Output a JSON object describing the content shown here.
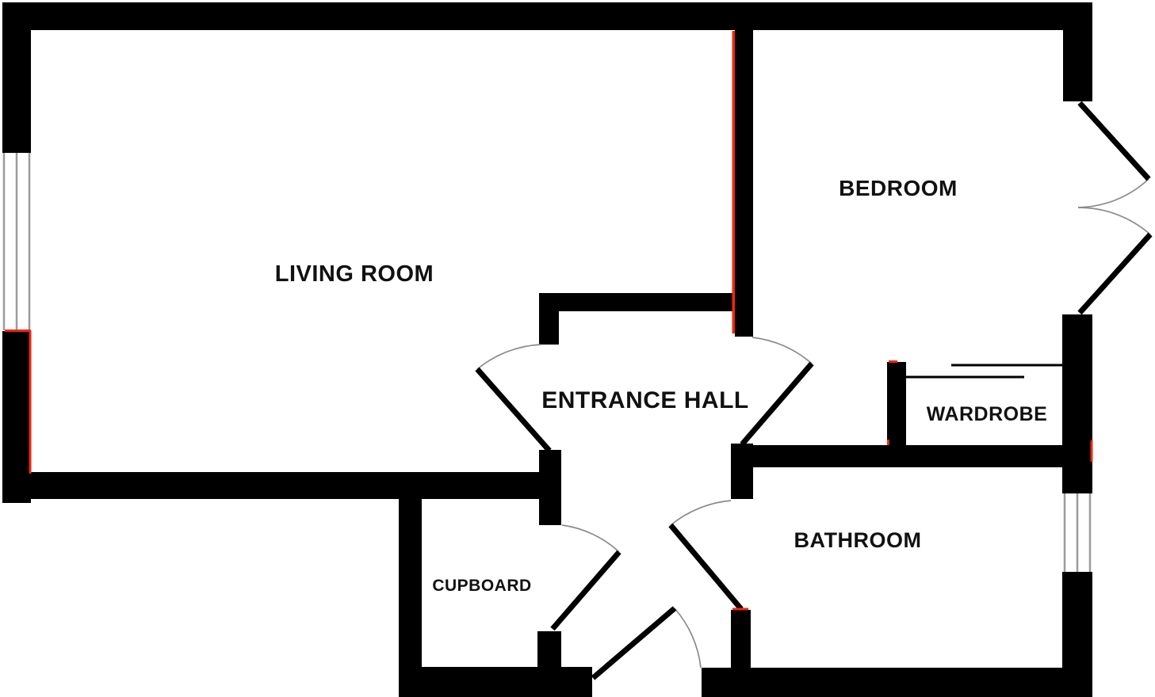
{
  "plan": {
    "type": "floorplan",
    "rooms": {
      "living_room": {
        "label": "LIVING ROOM"
      },
      "bedroom": {
        "label": "BEDROOM"
      },
      "entrance_hall": {
        "label": "ENTRANCE HALL"
      },
      "wardrobe": {
        "label": "WARDROBE"
      },
      "bathroom": {
        "label": "BATHROOM"
      },
      "cupboard": {
        "label": "CUPBOARD"
      }
    },
    "features": {
      "windows": [
        {
          "name": "living-room-window",
          "wall": "west"
        },
        {
          "name": "bathroom-window",
          "wall": "east"
        }
      ],
      "doors": [
        {
          "name": "front-door",
          "type": "single-swing",
          "location": "bottom-center"
        },
        {
          "name": "living-room-door",
          "type": "single-swing"
        },
        {
          "name": "bedroom-door",
          "type": "single-swing"
        },
        {
          "name": "bathroom-door",
          "type": "single-swing"
        },
        {
          "name": "cupboard-door",
          "type": "single-swing"
        },
        {
          "name": "bedroom-patio-door",
          "type": "double-swing",
          "location": "east"
        }
      ],
      "wardrobe_front": "sliding-doors"
    }
  },
  "colors": {
    "wall": "#000000",
    "text": "#111111",
    "door_arc": "#8b8b8b",
    "window_glazing": "#9b9b9b",
    "accent_red": "#f5250f",
    "background": "#ffffff"
  }
}
